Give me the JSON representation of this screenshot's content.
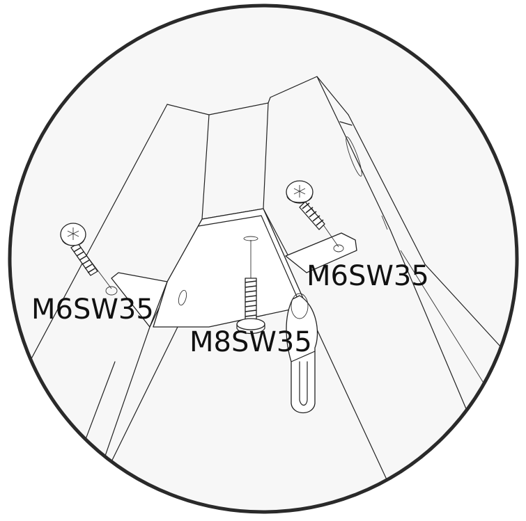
{
  "callouts": {
    "left_screw": "M6SW35",
    "right_screw": "M6SW35",
    "center_screw": "M8SW35"
  },
  "colors": {
    "background": "#ffffff",
    "circle_fill": "#f7f7f7",
    "line": "#222222",
    "text": "#111111"
  }
}
